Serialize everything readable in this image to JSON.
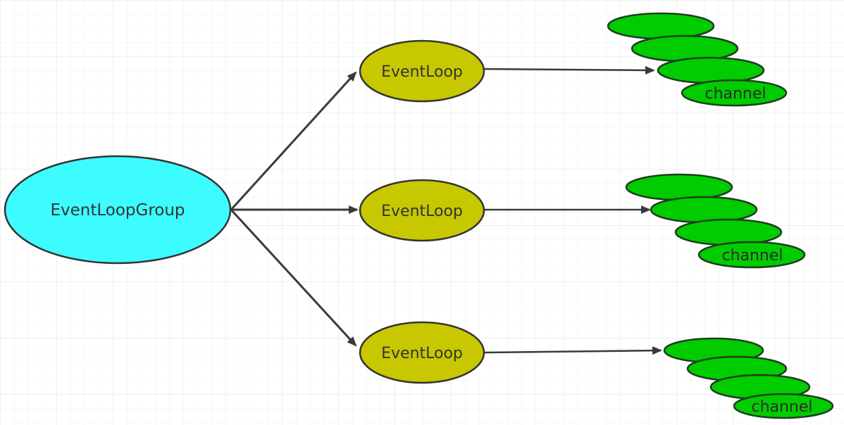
{
  "nodes": {
    "group": {
      "label": "EventLoopGroup"
    },
    "loop_1": {
      "label": "EventLoop"
    },
    "loop_2": {
      "label": "EventLoop"
    },
    "loop_3": {
      "label": "EventLoop"
    },
    "channels_1": {
      "label": "channel"
    },
    "channels_2": {
      "label": "channel"
    },
    "channels_3": {
      "label": "channel"
    }
  },
  "colors": {
    "group_fill": "#3dfcff",
    "loop_fill": "#c8c800",
    "channel_fill": "#00cc00",
    "stroke": "#333333",
    "grid": "#e6e6e6",
    "arrow": "#3a3a3a"
  }
}
